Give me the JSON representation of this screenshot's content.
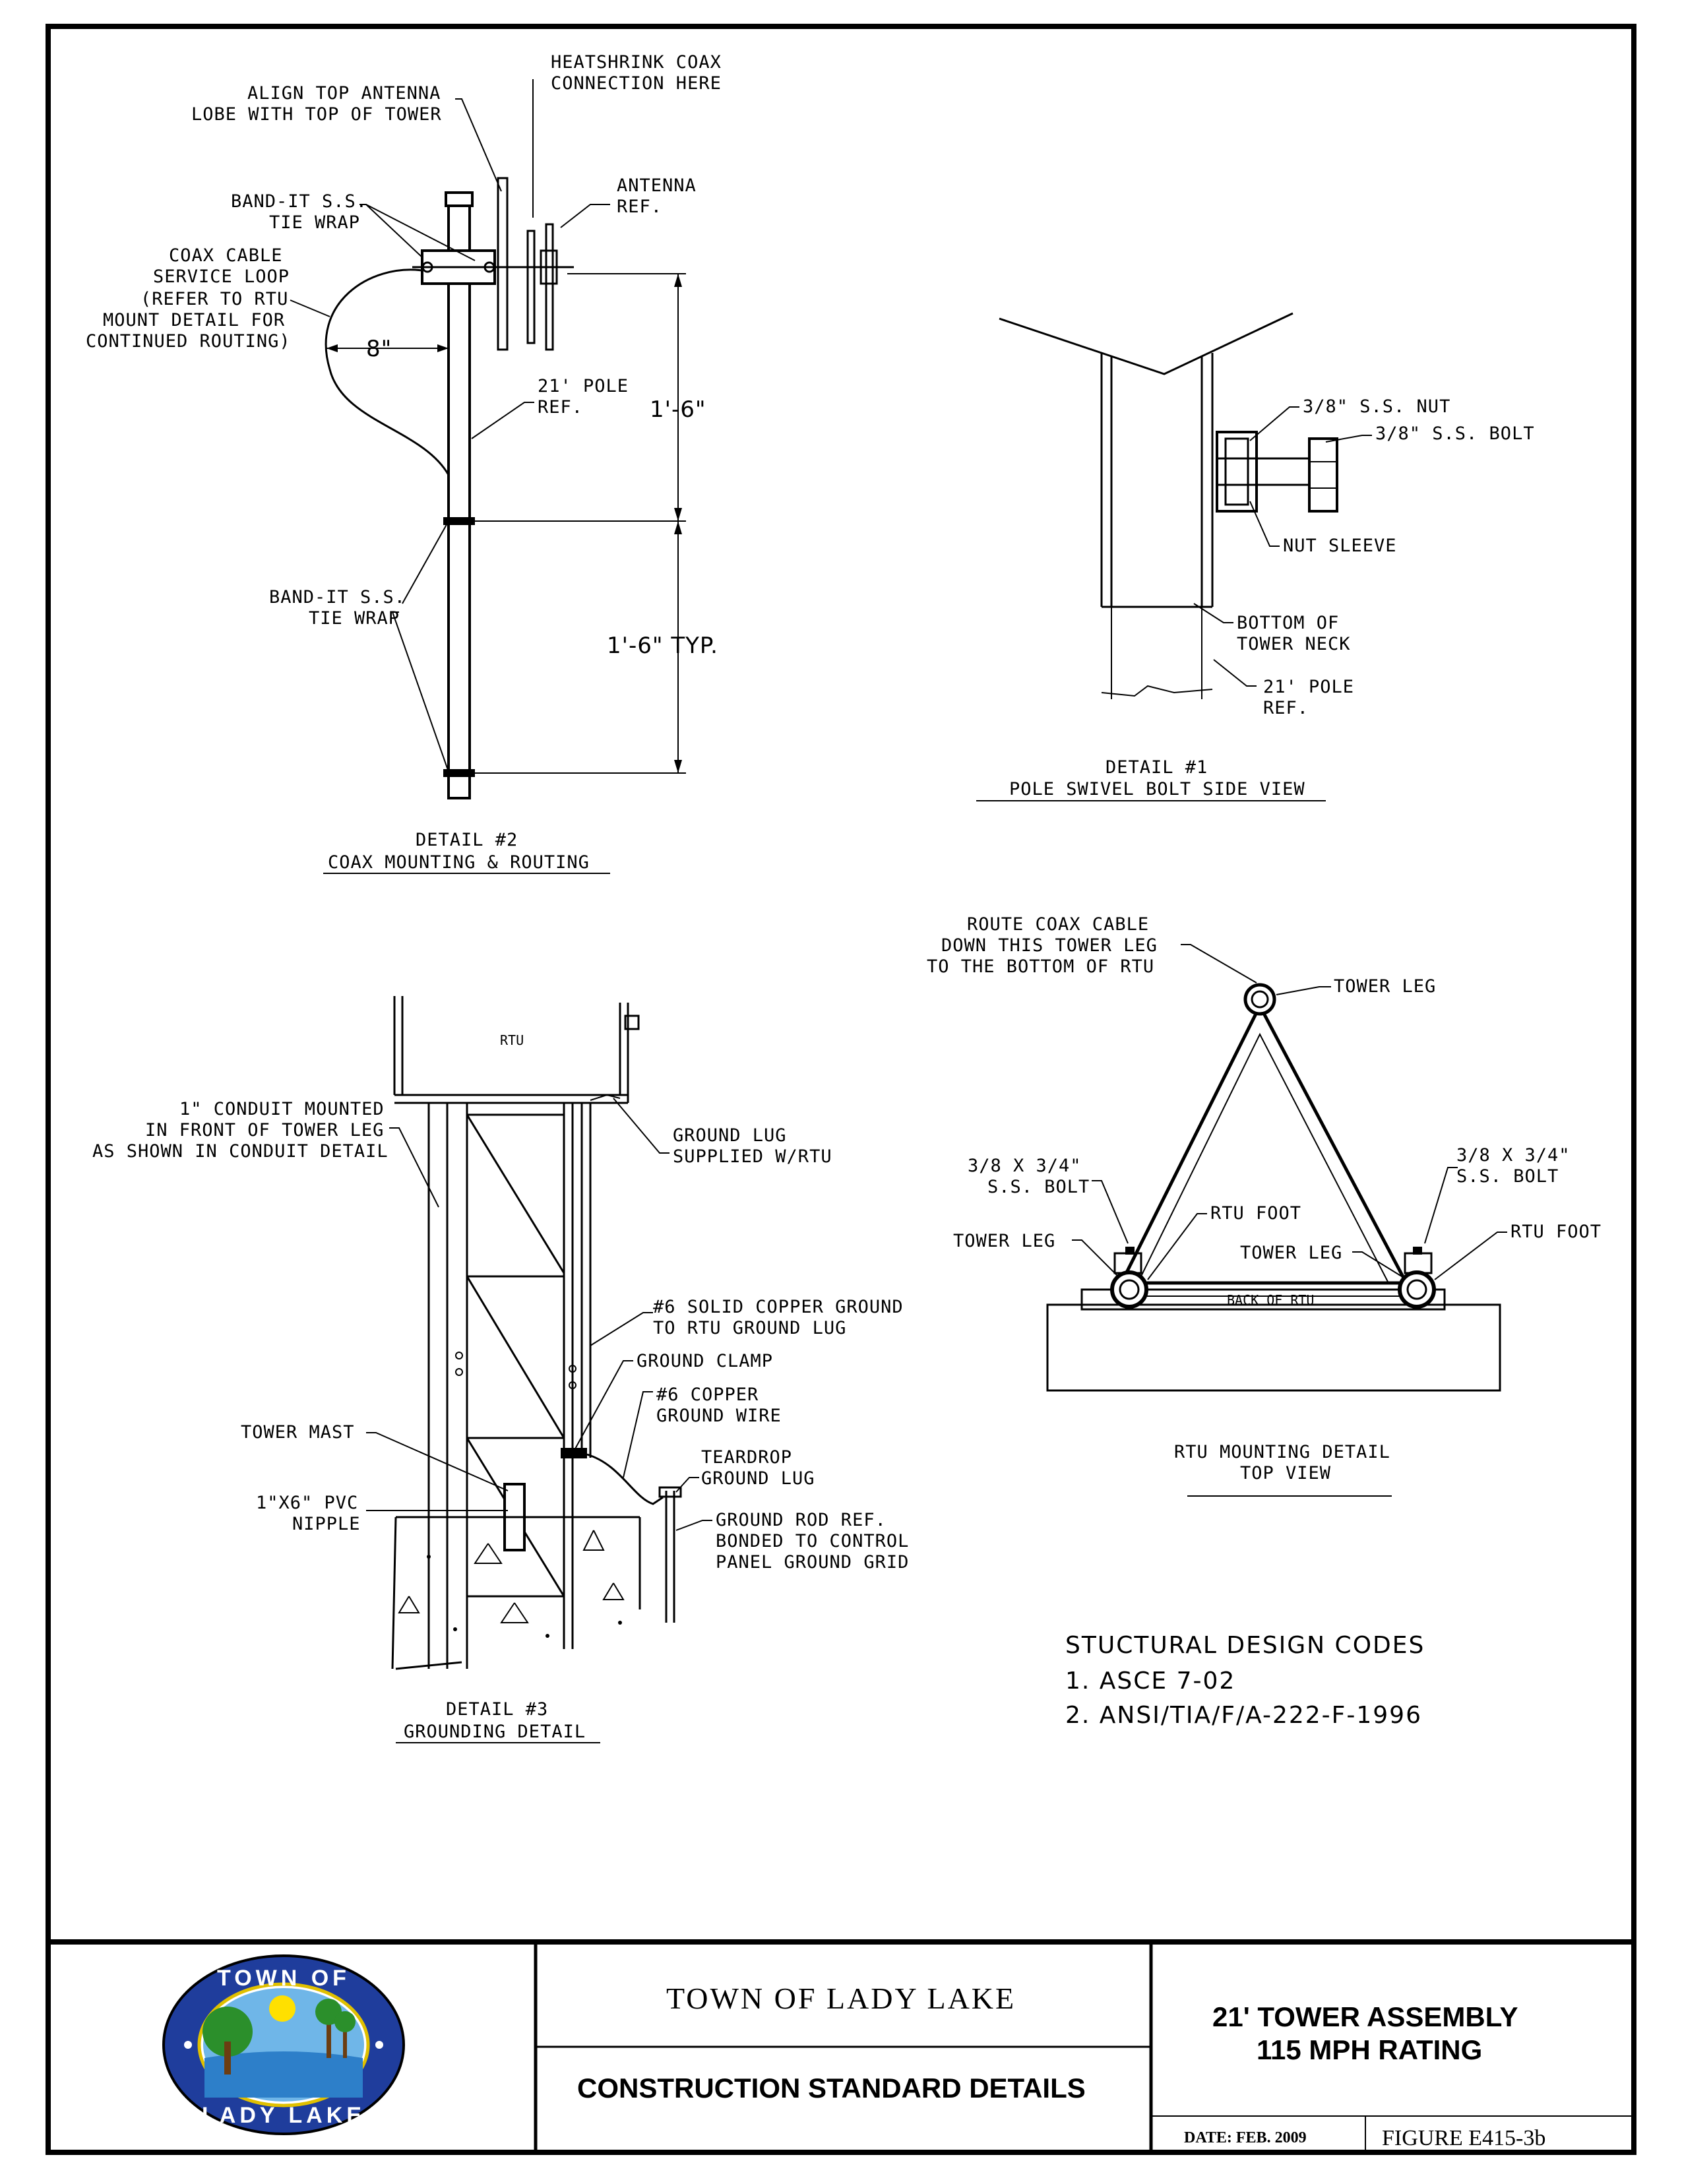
{
  "detail2": {
    "label_align_1": "ALIGN TOP ANTENNA",
    "label_align_2": "LOBE WITH TOP OF TOWER",
    "label_heat_1": "HEATSHRINK COAX",
    "label_heat_2": "CONNECTION HERE",
    "label_antenna_1": "ANTENNA",
    "label_antenna_2": "REF.",
    "label_bandit_1": "BAND-IT S.S.",
    "label_bandit_2": "TIE WRAP",
    "label_coax_1": "COAX CABLE",
    "label_coax_2": "SERVICE LOOP",
    "label_coax_3": "(REFER TO RTU",
    "label_coax_4": "MOUNT DETAIL FOR",
    "label_coax_5": "CONTINUED ROUTING)",
    "dim_8": "8\"",
    "label_pole_1": "21' POLE",
    "label_pole_2": "REF.",
    "dim_1_6": "1'-6\"",
    "label_bandit2_1": "BAND-IT S.S.",
    "label_bandit2_2": "TIE WRAP",
    "dim_1_6_typ": "1'-6\" TYP.",
    "title_1": "DETAIL #2",
    "title_2": "COAX MOUNTING & ROUTING"
  },
  "detail1": {
    "label_nut": "3/8\" S.S. NUT",
    "label_bolt": "3/8\" S.S. BOLT",
    "label_sleeve": "NUT SLEEVE",
    "label_neck_1": "BOTTOM OF",
    "label_neck_2": "TOWER NECK",
    "label_pole_1": "21' POLE",
    "label_pole_2": "REF.",
    "title_1": "DETAIL #1",
    "title_2": "POLE SWIVEL BOLT SIDE VIEW"
  },
  "rtu_mount": {
    "label_route_1": "ROUTE COAX CABLE",
    "label_route_2": "DOWN THIS TOWER LEG",
    "label_route_3": "TO THE BOTTOM OF RTU",
    "label_leg_top": "TOWER LEG",
    "label_bolt_l_1": "3/8 X 3/4\"",
    "label_bolt_l_2": "S.S. BOLT",
    "label_bolt_r_1": "3/8 X 3/4\"",
    "label_bolt_r_2": "S.S. BOLT",
    "label_foot_c": "RTU FOOT",
    "label_foot_r": "RTU FOOT",
    "label_leg_l": "TOWER LEG",
    "label_leg_c": "TOWER LEG",
    "label_back": "BACK OF RTU",
    "title_1": "RTU MOUNTING DETAIL",
    "title_2": "TOP VIEW"
  },
  "detail3": {
    "label_rtu": "RTU",
    "label_conduit_1": "1\" CONDUIT MOUNTED",
    "label_conduit_2": "IN FRONT OF TOWER LEG",
    "label_conduit_3": "AS SHOWN IN CONDUIT DETAIL",
    "label_lug_1": "GROUND LUG",
    "label_lug_2": "SUPPLIED W/RTU",
    "label_solid_1": "#6 SOLID COPPER GROUND",
    "label_solid_2": "TO RTU GROUND LUG",
    "label_clamp": "GROUND CLAMP",
    "label_copper_1": "#6 COPPER",
    "label_copper_2": "GROUND WIRE",
    "label_mast": "TOWER MAST",
    "label_tear_1": "TEARDROP",
    "label_tear_2": "GROUND LUG",
    "label_pvc_1": "1\"X6\" PVC",
    "label_pvc_2": "NIPPLE",
    "label_rod_1": "GROUND ROD REF.",
    "label_rod_2": "BONDED TO CONTROL",
    "label_rod_3": "PANEL GROUND GRID",
    "title_1": "DETAIL #3",
    "title_2": "GROUNDING DETAIL"
  },
  "codes": {
    "heading": "STUCTURAL DESIGN CODES",
    "item_1": "1. ASCE 7-02",
    "item_2": "2. ANSI/TIA/F/A-222-F-1996"
  },
  "title_block": {
    "org": "TOWN OF LADY LAKE",
    "subtitle": "CONSTRUCTION STANDARD DETAILS",
    "drawing_title_1": "21' TOWER ASSEMBLY",
    "drawing_title_2": "115 MPH RATING",
    "date": "DATE: FEB. 2009",
    "figure": "FIGURE E415-3b",
    "seal_top": "TOWN OF",
    "seal_bottom": "LADY LAKE"
  }
}
